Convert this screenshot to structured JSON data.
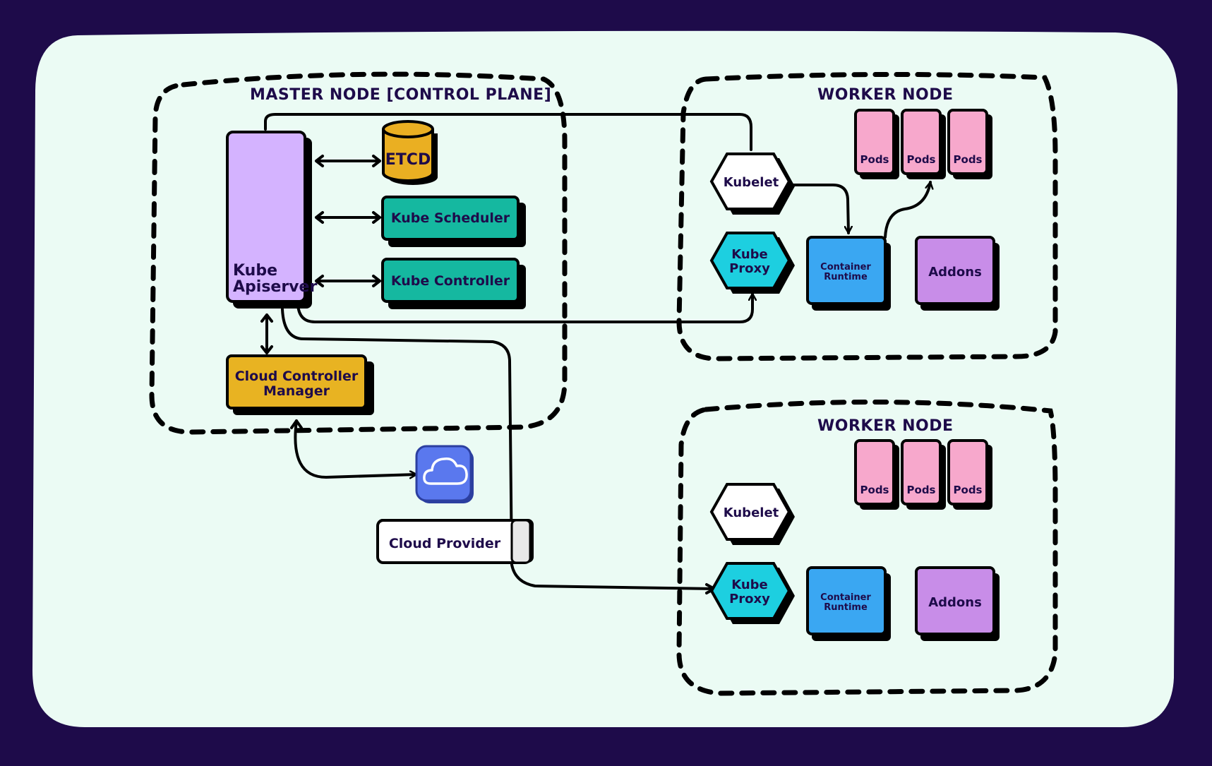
{
  "colors": {
    "frame": "#1e0b4a",
    "canvas": "#ebfbf4",
    "ink": "#000000",
    "text": "#1e0b4a",
    "apiserver": "#d4b3ff",
    "etcd": "#eaaf22",
    "teal": "#15b8a0",
    "ccm": "#e8b322",
    "pods": "#f7a8cc",
    "runtime": "#3aa7f2",
    "addons": "#c88de8",
    "proxy": "#1dcfe0",
    "cloud_icon": "#5a78ee",
    "white": "#ffffff"
  },
  "master": {
    "title": "MASTER NODE [CONTROL PLANE]",
    "apiserver": [
      "Kube",
      "Apiserver"
    ],
    "etcd": "ETCD",
    "scheduler": "Kube Scheduler",
    "controller": "Kube Controller",
    "ccm": [
      "Cloud Controller",
      "Manager"
    ]
  },
  "cloud": {
    "icon": "cloud-icon",
    "provider": "Cloud Provider"
  },
  "worker1": {
    "title": "WORKER NODE",
    "pods": [
      "Pods",
      "Pods",
      "Pods"
    ],
    "kubelet": "Kubelet",
    "proxy": [
      "Kube",
      "Proxy"
    ],
    "runtime": [
      "Container",
      "Runtime"
    ],
    "addons": "Addons"
  },
  "worker2": {
    "title": "WORKER NODE",
    "pods": [
      "Pods",
      "Pods",
      "Pods"
    ],
    "kubelet": "Kubelet",
    "proxy": [
      "Kube",
      "Proxy"
    ],
    "runtime": [
      "Container",
      "Runtime"
    ],
    "addons": "Addons"
  }
}
